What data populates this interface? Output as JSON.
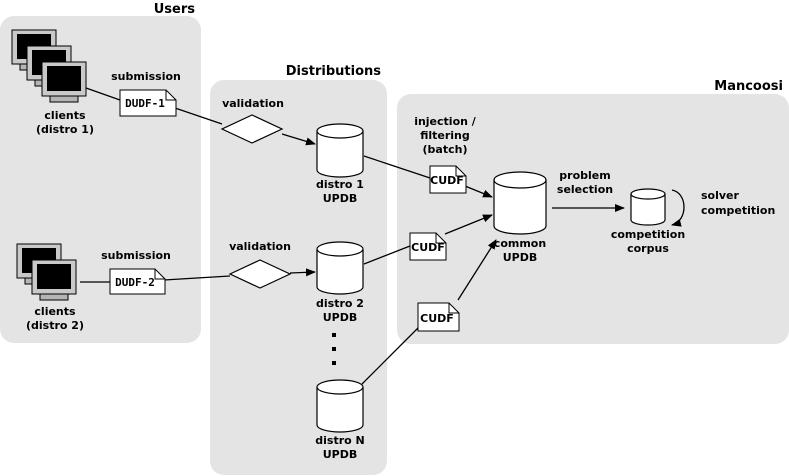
{
  "colors": {
    "panel": "#e4e4e4",
    "stroke": "#000000",
    "monitor_body": "#c9c9c9",
    "screen": "#000000"
  },
  "groups": {
    "users": "Users",
    "distributions": "Distributions",
    "mancoosi": "Mancoosi"
  },
  "clients1": {
    "line1": "clients",
    "line2": "(distro 1)"
  },
  "clients2": {
    "line1": "clients",
    "line2": "(distro 2)"
  },
  "submission1": "submission",
  "submission2": "submission",
  "doc_dudf1": "DUDF-1",
  "doc_dudf2": "DUDF-2",
  "validation1": "validation",
  "validation2": "validation",
  "db1": {
    "line1": "distro 1",
    "line2": "UPDB"
  },
  "db2": {
    "line1": "distro 2",
    "line2": "UPDB"
  },
  "dbn": {
    "line1": "distro N",
    "line2": "UPDB"
  },
  "injection": {
    "line1": "injection /",
    "line2": "filtering",
    "line3": "(batch)"
  },
  "doc_cudf": [
    "CUDF",
    "CUDF",
    "CUDF"
  ],
  "common": {
    "line1": "common",
    "line2": "UPDB"
  },
  "problem": {
    "line1": "problem",
    "line2": "selection"
  },
  "corpus": {
    "line1": "competition",
    "line2": "corpus"
  },
  "solver": {
    "line1": "solver",
    "line2": "competition"
  }
}
